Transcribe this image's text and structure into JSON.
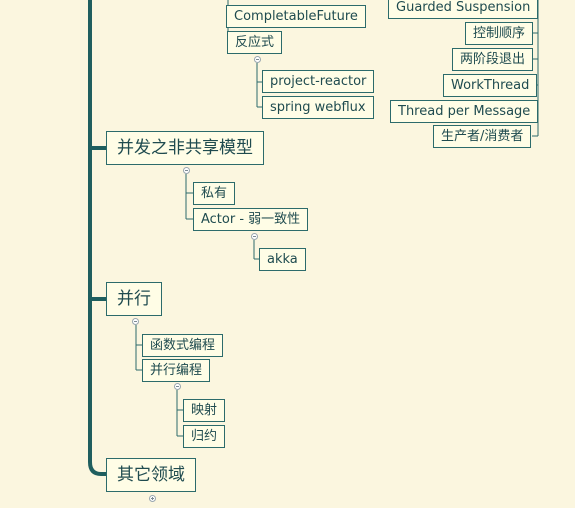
{
  "mindmap": {
    "branches": {
      "completable_future": "CompletableFuture",
      "reactive": "反应式",
      "project_reactor": "project-reactor",
      "spring_webflux": "spring webflux",
      "non_shared_model": "并发之非共享模型",
      "private": "私有",
      "actor": "Actor - 弱一致性",
      "akka": "akka",
      "parallel": "并行",
      "functional": "函数式编程",
      "parallel_programming": "并行编程",
      "map": "映射",
      "reduce": "归约",
      "other_fields": "其它领域"
    },
    "patterns": {
      "guarded_suspension": "Guarded Suspension",
      "control_order": "控制顺序",
      "two_phase_exit": "两阶段退出",
      "worker_thread": "WorkThread",
      "thread_per_message": "Thread per Message",
      "producer_consumer": "生产者/消费者"
    }
  },
  "colors": {
    "background": "#fbf6df",
    "node_fill": "#fffde6",
    "node_border": "#2c6b6b",
    "connector": "#2c6b6b",
    "trunk": "#1f5e5e"
  }
}
